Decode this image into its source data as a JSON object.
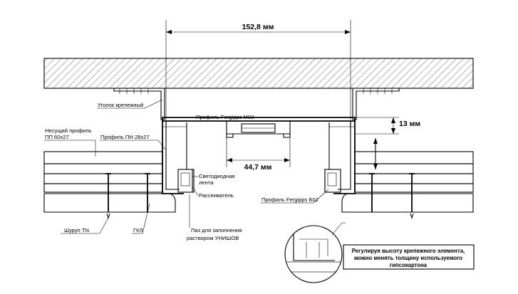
{
  "dimensions": {
    "top_width": "152,8 мм",
    "slot_width": "44,7 мм",
    "drop_height": "13 мм"
  },
  "labels": {
    "corner_bracket": "Уголок крепежный",
    "profile_m02": "Профиль Fergipps M02",
    "carrier_profile_line1": "Несущий профиль",
    "carrier_profile_line2": "ПП 60х27",
    "profile_pn": "Профиль ПН 28х27",
    "led_strip_line1": "Светодиодная",
    "led_strip_line2": "лента",
    "diffuser": "Рассеиватель",
    "profile_b01": "Профиль Fergipps Б01",
    "screw": "Шуруп TN",
    "gkl": "ГКЛ",
    "groove_line1": "Паз для заполнения",
    "groove_line2": "раствором УНИШОВ"
  },
  "note": {
    "line1": "Регулируя высоту крепежного элемента,",
    "line2": "можно менять толщину используемого",
    "line3": "гипсокартона"
  }
}
